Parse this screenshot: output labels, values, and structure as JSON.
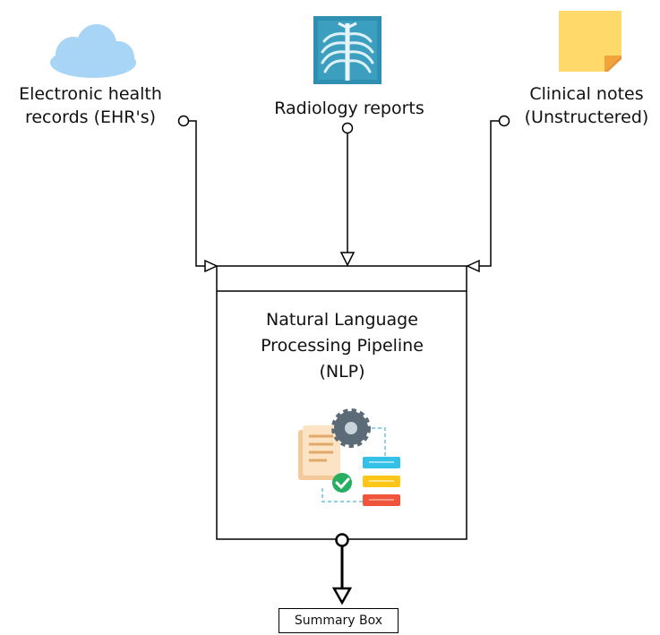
{
  "sources": {
    "ehr": {
      "label_line1": "Electronic health",
      "label_line2": "records (EHR's)",
      "icon": "cloud-icon",
      "color": "#a8d4f5"
    },
    "radiology": {
      "label": "Radiology reports",
      "icon": "xray-icon",
      "color": "#2f8fb0"
    },
    "notes": {
      "label_line1": "Clinical notes",
      "label_line2": "(Unstructered)",
      "icon": "sticky-note-icon",
      "color": "#ffd96a"
    }
  },
  "pipeline": {
    "title_line1": "Natural Language",
    "title_line2": "Processing Pipeline",
    "title_line3": "(NLP)",
    "icon": "nlp-process-icon"
  },
  "output": {
    "label": "Summary Box"
  }
}
